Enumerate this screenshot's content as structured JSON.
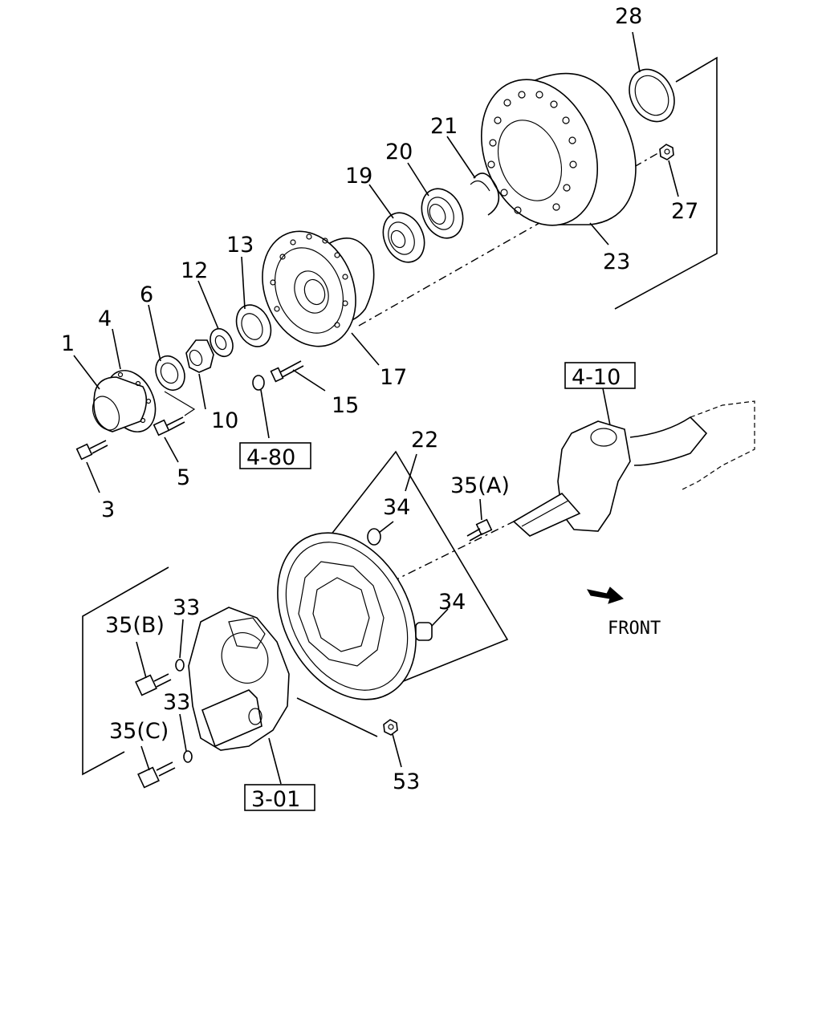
{
  "callouts": [
    {
      "id": "c1",
      "text": "1"
    },
    {
      "id": "c3",
      "text": "3"
    },
    {
      "id": "c4",
      "text": "4"
    },
    {
      "id": "c5",
      "text": "5"
    },
    {
      "id": "c6",
      "text": "6"
    },
    {
      "id": "c10",
      "text": "10"
    },
    {
      "id": "c12",
      "text": "12"
    },
    {
      "id": "c13",
      "text": "13"
    },
    {
      "id": "c15",
      "text": "15"
    },
    {
      "id": "c17",
      "text": "17"
    },
    {
      "id": "c19",
      "text": "19"
    },
    {
      "id": "c20",
      "text": "20"
    },
    {
      "id": "c21",
      "text": "21"
    },
    {
      "id": "c22",
      "text": "22"
    },
    {
      "id": "c23",
      "text": "23"
    },
    {
      "id": "c27",
      "text": "27"
    },
    {
      "id": "c28",
      "text": "28"
    },
    {
      "id": "c33a",
      "text": "33"
    },
    {
      "id": "c33b",
      "text": "33"
    },
    {
      "id": "c34a",
      "text": "34"
    },
    {
      "id": "c34b",
      "text": "34"
    },
    {
      "id": "c35a",
      "text": "35(A)"
    },
    {
      "id": "c35b",
      "text": "35(B)"
    },
    {
      "id": "c35c",
      "text": "35(C)"
    },
    {
      "id": "c53",
      "text": "53"
    }
  ],
  "refs": [
    {
      "id": "r480",
      "text": "4-80"
    },
    {
      "id": "r410",
      "text": "4-10"
    },
    {
      "id": "r301",
      "text": "3-01"
    }
  ],
  "front_label": "FRONT"
}
